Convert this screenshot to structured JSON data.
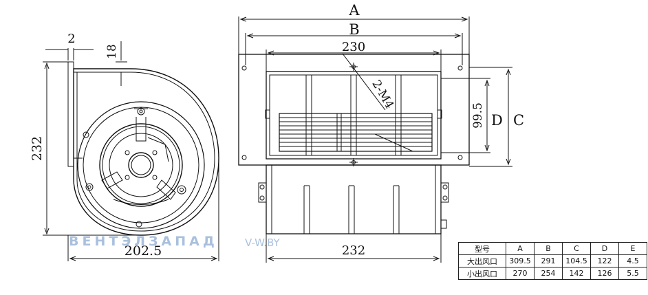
{
  "dimensions": {
    "A": "A",
    "B": "B",
    "C": "C",
    "D": "D",
    "d230": "230",
    "d2": "2",
    "d18": "18",
    "d232_left": "232",
    "d202": "202.5",
    "d99": "99.5",
    "d2m4": "2-M4",
    "d232_bottom": "232"
  },
  "watermark": {
    "brand": "ВЕНТЭЛЗАПАД",
    "site": "V-W.BY"
  },
  "spec_table": {
    "headers": [
      "型号",
      "A",
      "B",
      "C",
      "D",
      "E"
    ],
    "rows": [
      [
        "大出风口",
        "309.5",
        "291",
        "104.5",
        "122",
        "4.5"
      ],
      [
        "小出风口",
        "270",
        "254",
        "142",
        "126",
        "5.5"
      ]
    ]
  },
  "colors": {
    "line": "#111111",
    "watermark": "#9bb6d8"
  }
}
